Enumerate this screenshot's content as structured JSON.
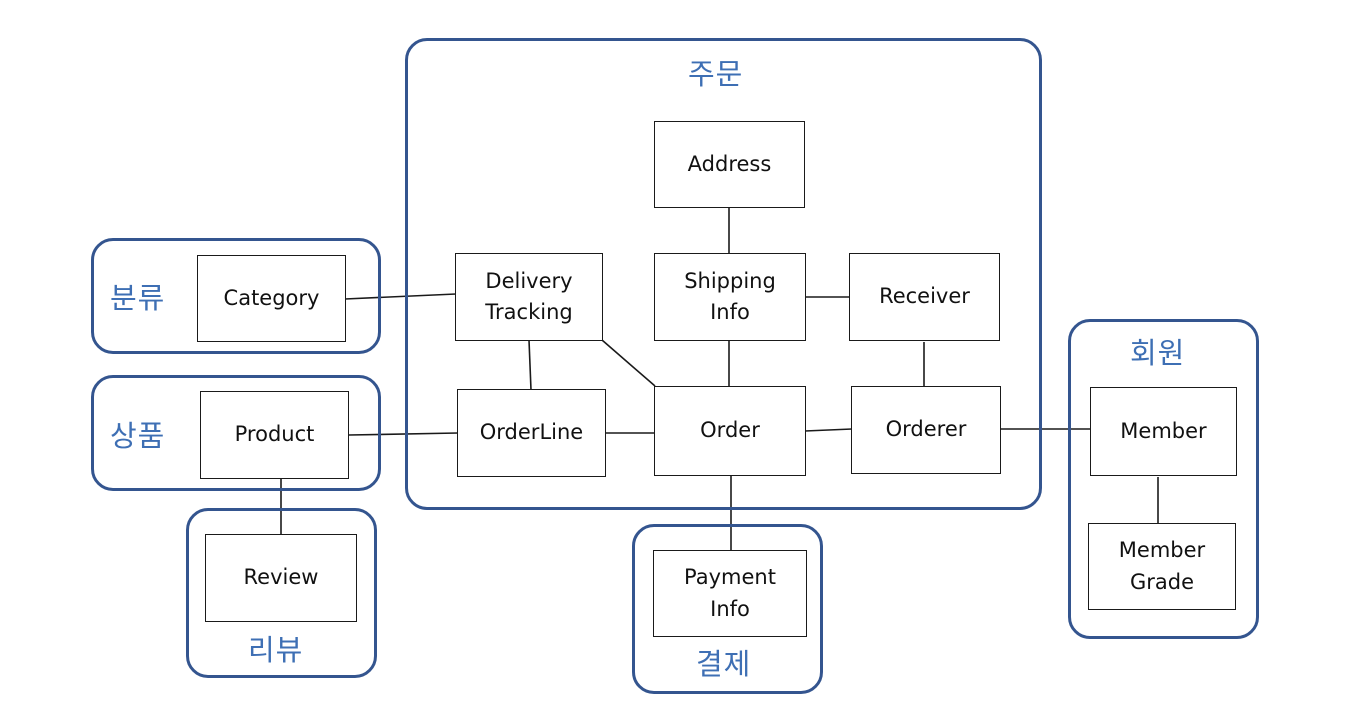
{
  "modules": {
    "order": "주문",
    "category": "분류",
    "product": "상품",
    "review": "리뷰",
    "payment": "결제",
    "member": "회원"
  },
  "entities": {
    "address": "Address",
    "delivery_tracking": "Delivery\nTracking",
    "shipping_info": "Shipping\nInfo",
    "receiver": "Receiver",
    "order_line": "OrderLine",
    "order": "Order",
    "orderer": "Orderer",
    "category": "Category",
    "product": "Product",
    "review": "Review",
    "payment_info": "Payment\nInfo",
    "member": "Member",
    "member_grade": "Member\nGrade"
  },
  "colors": {
    "module_border": "#34558f",
    "module_label": "#3e6fb4",
    "entity_border": "#1a1a1a"
  }
}
